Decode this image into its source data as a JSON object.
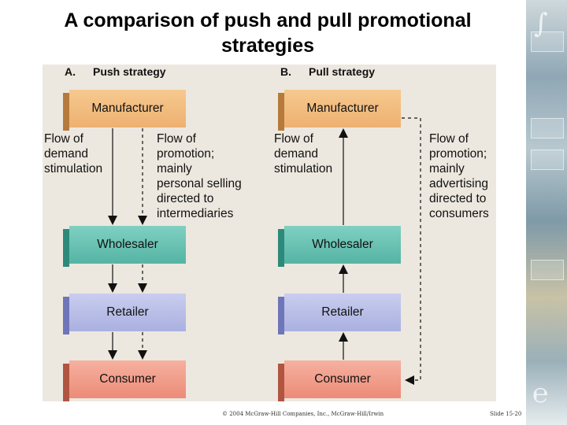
{
  "slide": {
    "title": "A comparison of push and pull promotional strategies",
    "footer_copyright": "© 2004 McGraw-Hill Companies, Inc., McGraw-Hill/Irwin",
    "footer_slide": "Slide 15-20"
  },
  "push_strategy": {
    "letter": "A.",
    "title": "Push strategy",
    "boxes": [
      "Manufacturer",
      "Wholesaler",
      "Retailer",
      "Consumer"
    ],
    "flow_demand": "Flow of\ndemand\nstimulation",
    "flow_promotion": "Flow of\npromotion;\nmainly\npersonal selling\ndirected to\nintermediaries"
  },
  "pull_strategy": {
    "letter": "B.",
    "title": "Pull strategy",
    "boxes": [
      "Manufacturer",
      "Wholesaler",
      "Retailer",
      "Consumer"
    ],
    "flow_demand": "Flow of\ndemand\nstimulation",
    "flow_promotion": "Flow of\npromotion;\nmainly\nadvertising\ndirected to\nconsumers"
  },
  "colors": {
    "manufacturer": "#eeb071",
    "wholesaler": "#55b4a4",
    "retailer": "#aab0e0",
    "consumer": "#ec8c78",
    "panel": "#ece8df"
  }
}
